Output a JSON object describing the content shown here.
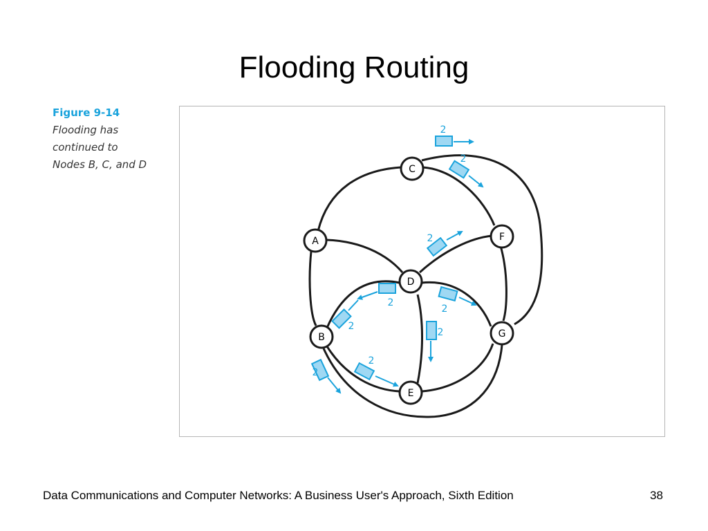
{
  "slide": {
    "title": "Flooding Routing"
  },
  "figure": {
    "label": "Figure 9-14",
    "caption_lines": [
      "Flooding has",
      "continued to",
      "Nodes B, C, and D"
    ],
    "colors": {
      "accent": "#1aa3dc",
      "packet_fill": "#9fd8f3",
      "line": "#1a1a1a"
    },
    "nodes": [
      "A",
      "B",
      "C",
      "D",
      "E",
      "F",
      "G"
    ],
    "packet_label": "2"
  },
  "footer": {
    "text": "Data Communications and Computer Networks: A Business User's Approach, Sixth Edition",
    "page_number": "38"
  }
}
